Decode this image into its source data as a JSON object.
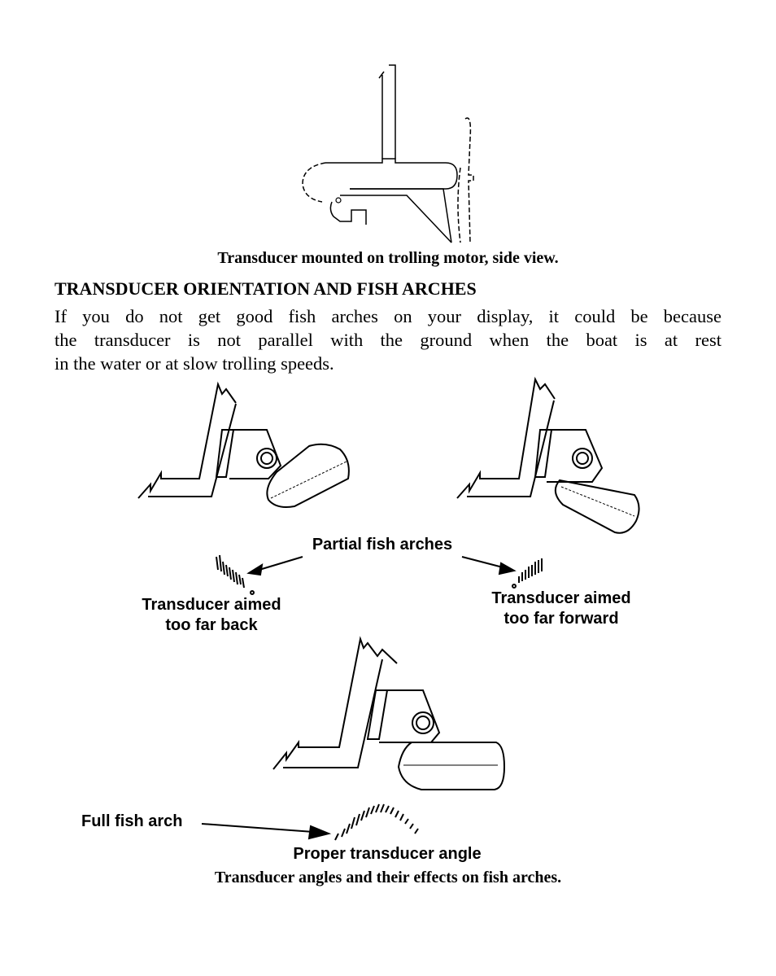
{
  "figure1": {
    "caption": "Transducer mounted on trolling motor, side view."
  },
  "section": {
    "heading": "TRANSDUCER ORIENTATION AND FISH ARCHES",
    "paragraph_lines": [
      "If you do not get good fish arches on your display, it could be because",
      "the transducer is not parallel with the ground when the boat is at rest",
      "in the water or at slow trolling speeds."
    ]
  },
  "figure2": {
    "partial_arches_label": "Partial fish arches",
    "aimed_back_line1": "Transducer aimed",
    "aimed_back_line2": "too far back",
    "aimed_forward_line1": "Transducer aimed",
    "aimed_forward_line2": "too far forward",
    "full_arch_label": "Full fish arch",
    "proper_angle_label": "Proper transducer angle",
    "caption": "Transducer angles and their effects on fish arches."
  }
}
